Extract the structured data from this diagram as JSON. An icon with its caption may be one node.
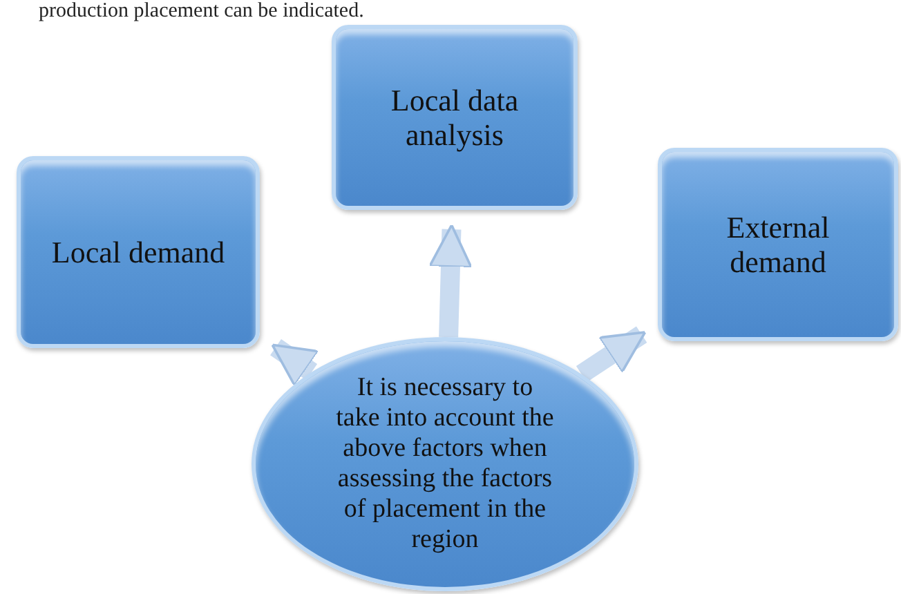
{
  "diagram": {
    "nodes": [
      {
        "text": [
          "Local demand"
        ]
      },
      {
        "text": [
          "Local data analysis"
        ]
      },
      {
        "text": [
          "External demand"
        ]
      },
      {
        "text": [
          "It is necessary to take into account the above factors when assessing the factors of placement in the region"
        ]
      }
    ],
    "edges": [
      {
        "from": 3,
        "to": 0,
        "arrow": "to"
      },
      {
        "from": 3,
        "to": 1,
        "arrow": "to"
      },
      {
        "from": 3,
        "to": 2,
        "arrow": "to"
      }
    ],
    "labels": [
      "production placement can be indicated."
    ]
  }
}
